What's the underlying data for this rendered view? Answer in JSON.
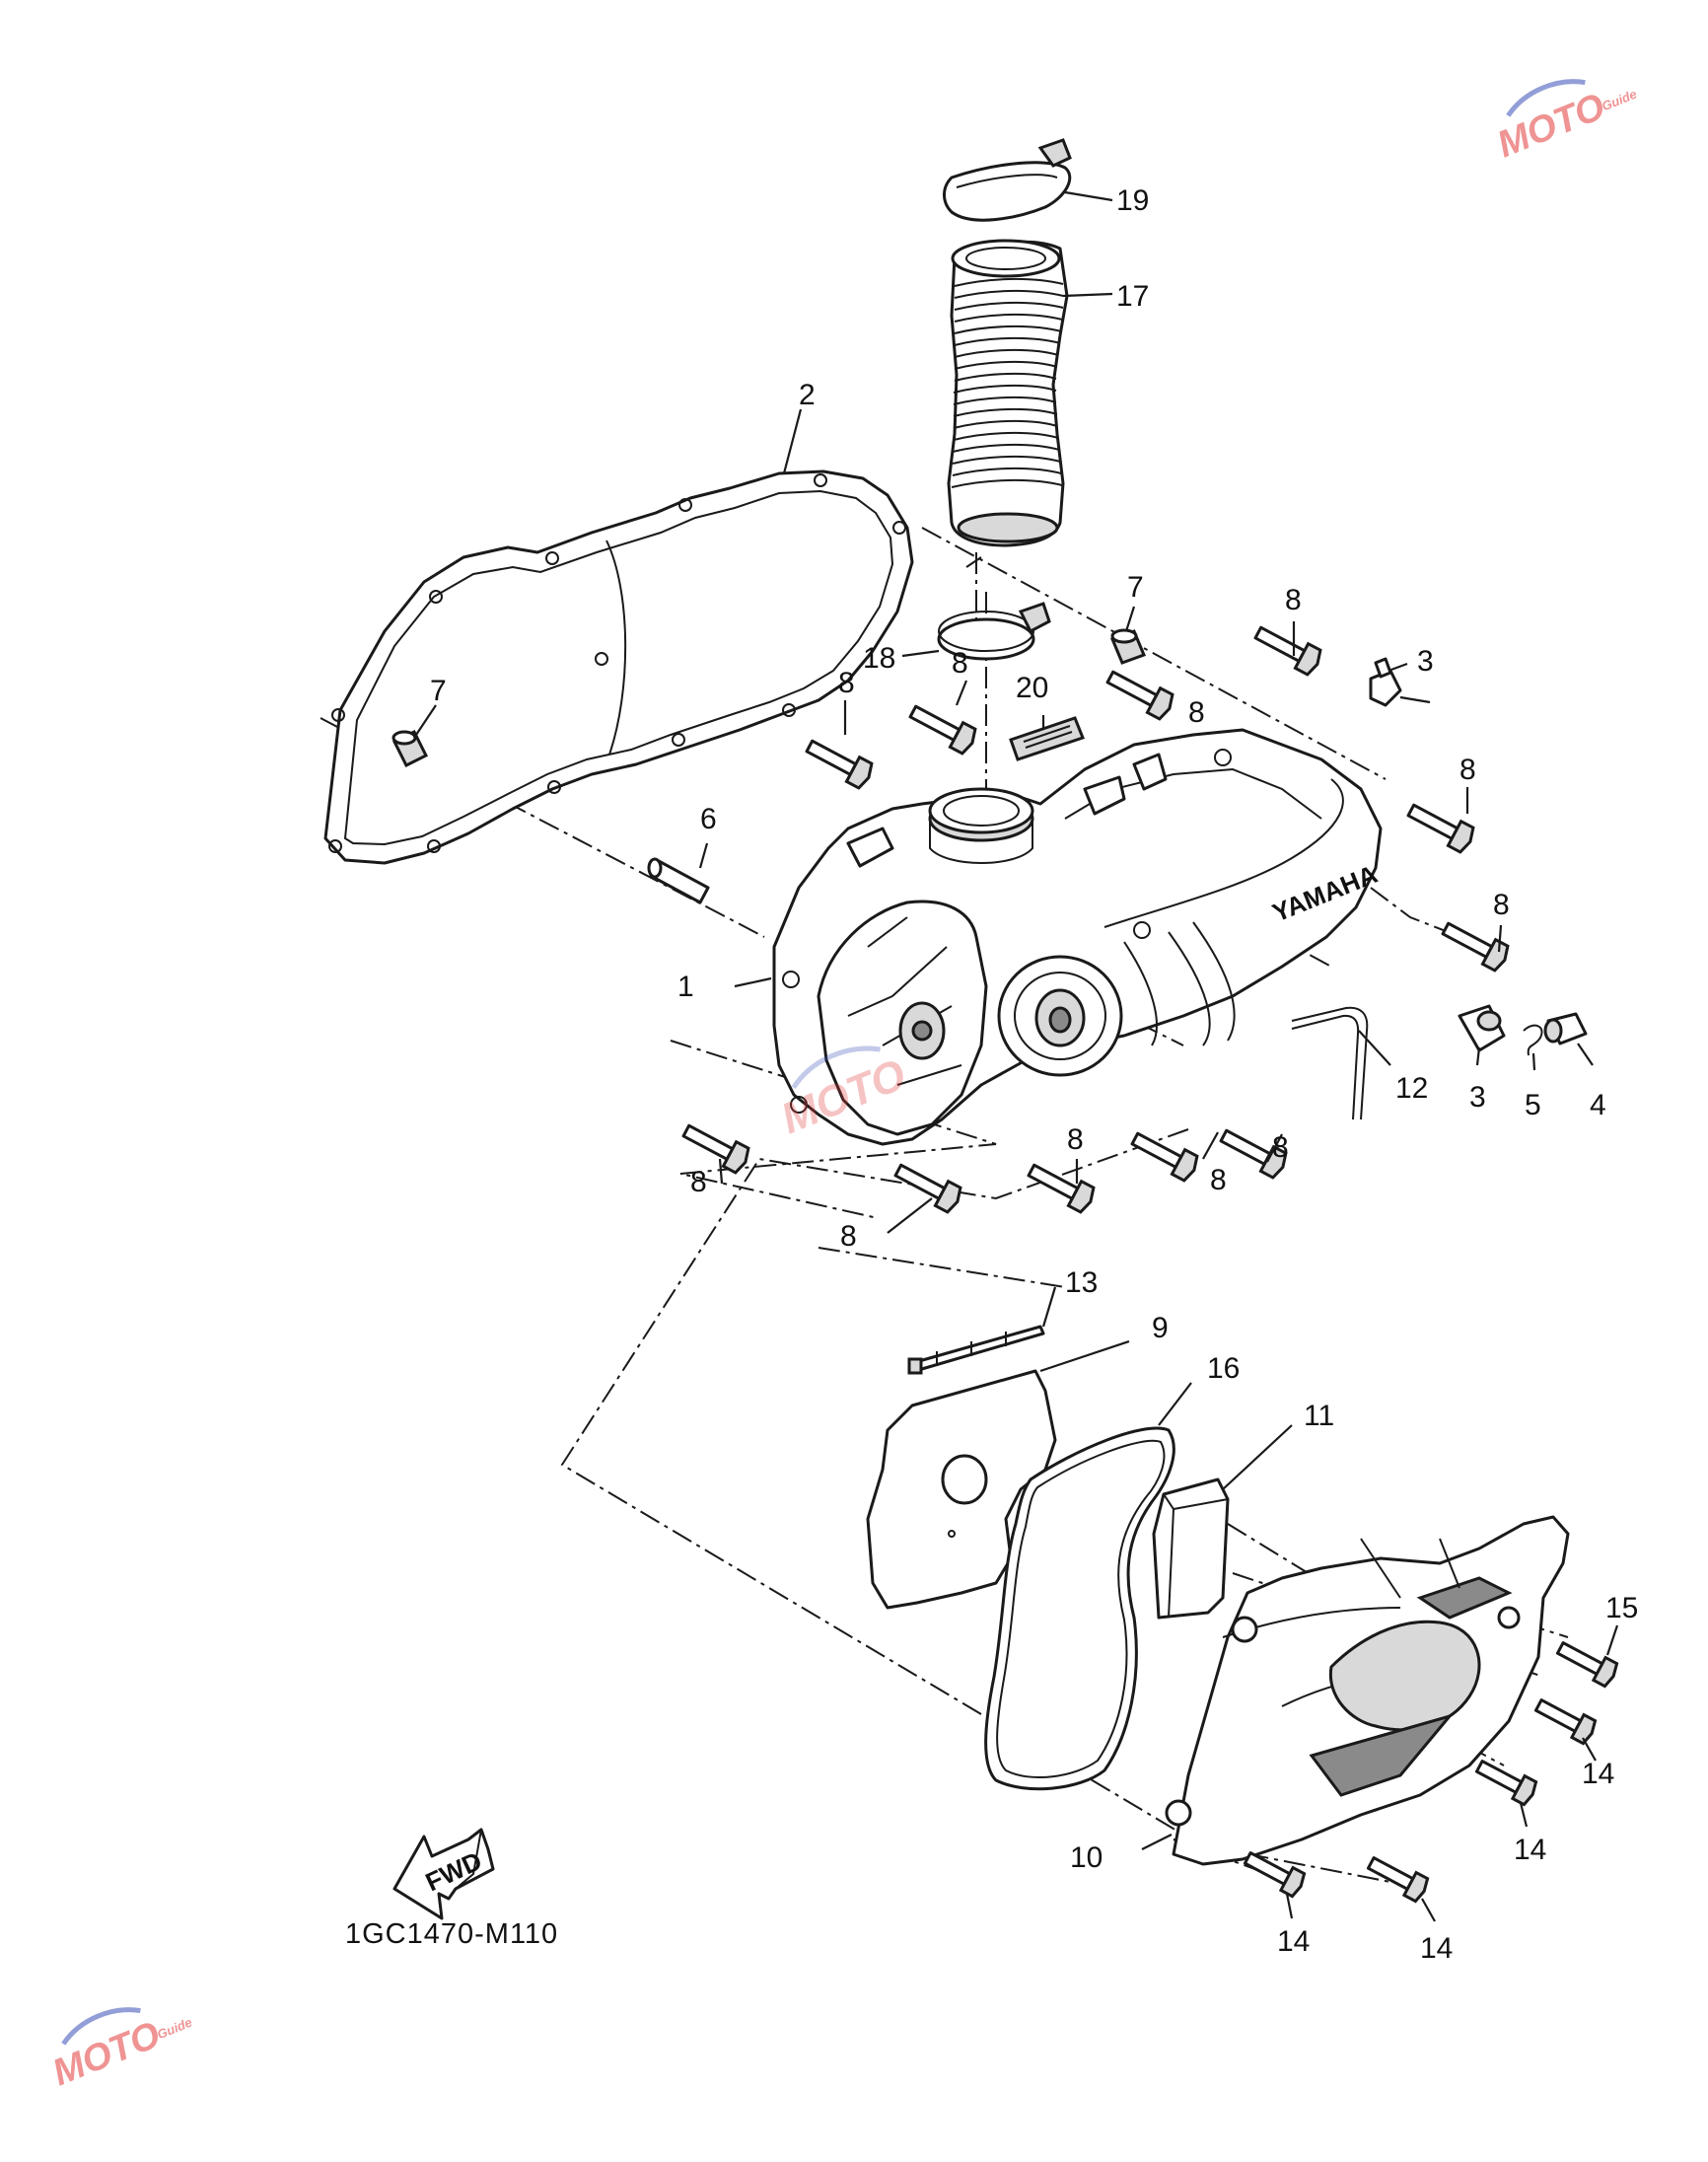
{
  "callouts": {
    "c19": "19",
    "c17": "17",
    "c2": "2",
    "c7a": "7",
    "c7b": "7",
    "c18": "18",
    "c8_top1": "8",
    "c8_top2": "8",
    "c8_top3": "8",
    "c8_top4": "8",
    "c20": "20",
    "c3a": "3",
    "c8_right1": "8",
    "c6": "6",
    "c8_right2": "8",
    "c1": "1",
    "c12": "12",
    "c3b": "3",
    "c5": "5",
    "c4": "4",
    "c8_low1": "8",
    "c8_low2": "8",
    "c8_low3": "8",
    "c8_low4": "8",
    "c8_low5": "8",
    "c13": "13",
    "c9": "9",
    "c16": "16",
    "c11": "11",
    "c15": "15",
    "c14a": "14",
    "c14b": "14",
    "c10": "10",
    "c14c": "14",
    "c14d": "14"
  },
  "fwd_label": "FWD",
  "diagram_code": "1GC1470-M110",
  "cover_brand": "YAMAHA",
  "watermark": {
    "text": "MOTO",
    "sub": "Guide",
    "color": "#e23b3b",
    "accent": "#3a4fb8"
  }
}
